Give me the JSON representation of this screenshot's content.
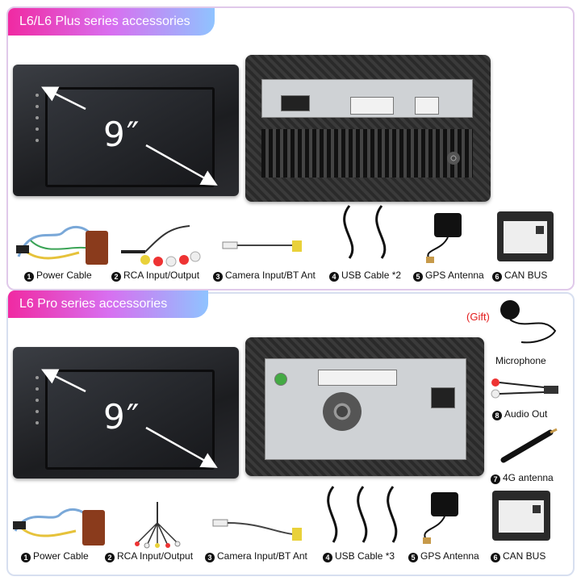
{
  "top": {
    "banner": "L6/L6 Plus series accessories",
    "screen_size": "9″",
    "items": [
      {
        "num": "1",
        "label": "Power Cable"
      },
      {
        "num": "2",
        "label": "RCA Input/Output"
      },
      {
        "num": "3",
        "label": "Camera Input/BT Ant"
      },
      {
        "num": "4",
        "label": "USB Cable *2"
      },
      {
        "num": "5",
        "label": "GPS Antenna"
      },
      {
        "num": "6",
        "label": "CAN BUS"
      }
    ]
  },
  "bottom": {
    "banner": "L6 Pro series accessories",
    "screen_size": "9″",
    "gift": "(Gift)",
    "side_items": [
      {
        "num": "",
        "label": "Microphone"
      },
      {
        "num": "8",
        "label": "Audio Out"
      },
      {
        "num": "7",
        "label": "4G antenna"
      }
    ],
    "items": [
      {
        "num": "1",
        "label": "Power Cable"
      },
      {
        "num": "2",
        "label": "RCA Input/Output"
      },
      {
        "num": "3",
        "label": "Camera Input/BT Ant"
      },
      {
        "num": "4",
        "label": "USB Cable *3"
      },
      {
        "num": "5",
        "label": "GPS Antenna"
      },
      {
        "num": "6",
        "label": "CAN BUS"
      }
    ]
  },
  "colors": {
    "banner_start": "#f02aa2",
    "banner_end": "#8fc3ff",
    "gift_text": "#e31b1b"
  }
}
